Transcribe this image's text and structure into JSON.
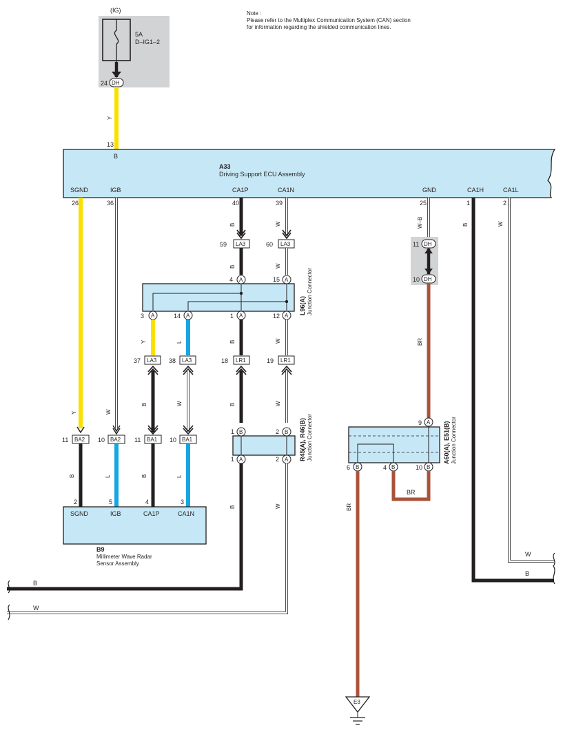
{
  "note": {
    "title": "Note :",
    "line1": "Please refer to the Multiplex Communication System (CAN) section",
    "line2": "for information regarding the shielded communication lines."
  },
  "fuse": {
    "source": "(IG)",
    "rating": "5A",
    "name": "D–IG1–2",
    "pin": "24",
    "connector": "DH"
  },
  "ecu": {
    "code": "A33",
    "name": "Driving Support ECU Assembly",
    "input_pin": "13",
    "input_wire": "B",
    "terminals": [
      "SGND",
      "IGB",
      "CA1P",
      "CA1N",
      "GND",
      "CA1H",
      "CA1L"
    ],
    "pins": [
      "26",
      "36",
      "40",
      "39",
      "25",
      "1",
      "2"
    ]
  },
  "wire_colors": {
    "Y": "#f9e000",
    "L": "#16a6e0",
    "B": "#231f20",
    "W": "#ffffff",
    "BR": "#a9533a",
    "W-B": "#ffffff"
  },
  "wires": {
    "y_feed": "Y",
    "w_b": "W–B",
    "br": "BR",
    "b": "B",
    "w": "W",
    "l": "L",
    "y": "Y"
  },
  "connectors": {
    "la3_59": {
      "pin": "59",
      "label": "LA3"
    },
    "la3_60": {
      "pin": "60",
      "label": "LA3"
    },
    "dh_11": {
      "pin": "11",
      "label": "DH"
    },
    "dh_10": {
      "pin": "10",
      "label": "DH"
    },
    "la3_37": {
      "pin": "37",
      "label": "LA3"
    },
    "la3_38": {
      "pin": "38",
      "label": "LA3"
    },
    "lr1_18": {
      "pin": "18",
      "label": "LR1"
    },
    "lr1_19": {
      "pin": "19",
      "label": "LR1"
    },
    "ba2_11": {
      "pin": "11",
      "label": "BA2"
    },
    "ba2_10": {
      "pin": "10",
      "label": "BA2"
    },
    "ba1_11": {
      "pin": "11",
      "label": "BA1"
    },
    "ba1_10": {
      "pin": "10",
      "label": "BA1"
    }
  },
  "junction_l96": {
    "code": "L96(A)",
    "name": "Junction Connector",
    "top_pins": [
      {
        "num": "4",
        "letter": "A"
      },
      {
        "num": "15",
        "letter": "A"
      }
    ],
    "bottom_pins": [
      {
        "num": "3",
        "letter": "A"
      },
      {
        "num": "14",
        "letter": "A"
      },
      {
        "num": "1",
        "letter": "A"
      },
      {
        "num": "12",
        "letter": "A"
      }
    ]
  },
  "junction_r45": {
    "code": "R45(A), R46(B)",
    "name": "Junction Connector",
    "top_pins": [
      {
        "num": "1",
        "letter": "B"
      },
      {
        "num": "2",
        "letter": "B"
      }
    ],
    "bottom_pins": [
      {
        "num": "1",
        "letter": "A"
      },
      {
        "num": "2",
        "letter": "A"
      }
    ]
  },
  "junction_a60": {
    "code": "A60(A), E51(B)",
    "name": "Junction Connector",
    "top_pin": {
      "num": "9",
      "letter": "A"
    },
    "bottom_pins": [
      {
        "num": "6",
        "letter": "B"
      },
      {
        "num": "4",
        "letter": "B"
      },
      {
        "num": "10",
        "letter": "B"
      }
    ]
  },
  "radar": {
    "code": "B9",
    "name1": "Millimeter Wave Radar",
    "name2": "Sensor Assembly",
    "terminals": [
      "SGND",
      "IGB",
      "CA1P",
      "CA1N"
    ],
    "pins": [
      "2",
      "5",
      "4",
      "3"
    ]
  },
  "ground": {
    "label": "E3"
  }
}
